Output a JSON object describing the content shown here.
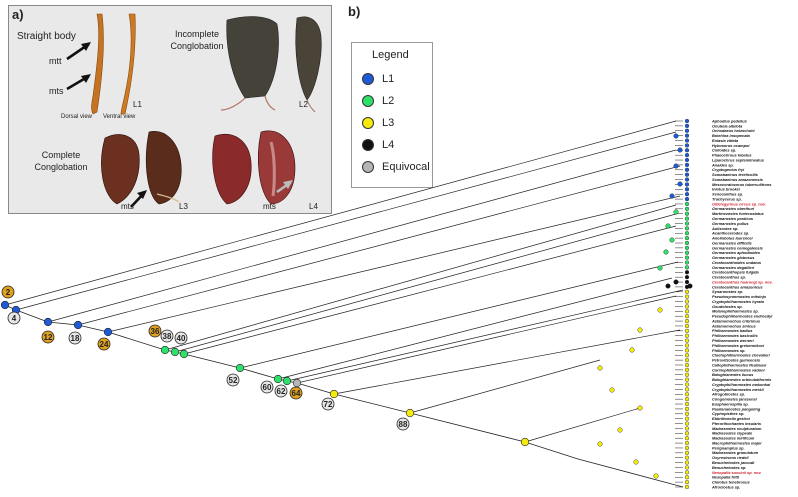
{
  "panel_a": {
    "letter": "a)",
    "labels": {
      "straight_body": "Straight body",
      "mtt": "mtt",
      "mts": "mts",
      "dorsal": "Dorsal view",
      "ventral": "Ventral view",
      "l1": "L1",
      "incomplete": "Incomplete Conglobation",
      "l2": "L2",
      "complete": "Complete Conglobation",
      "mts2": "mts",
      "l3": "L3",
      "mts3": "mts",
      "l4": "L4"
    }
  },
  "panel_b": {
    "letter": "b)"
  },
  "legend": {
    "title": "Legend",
    "items": [
      {
        "label": "L1",
        "color": "#1f5bd6"
      },
      {
        "label": "L2",
        "color": "#2ee06a"
      },
      {
        "label": "L3",
        "color": "#f3ea10"
      },
      {
        "label": "L4",
        "color": "#111111"
      },
      {
        "label": "Equivocal",
        "color": "#b5b5b5"
      }
    ]
  },
  "state_colors": {
    "L1": "#1f5bd6",
    "L2": "#2ee06a",
    "L3": "#f3ea10",
    "L4": "#111111",
    "Equivocal": "#b5b5b5"
  },
  "age_badges": [
    {
      "value": "2",
      "fill": "#e0a020"
    },
    {
      "value": "4",
      "fill": "#e6e6e6"
    },
    {
      "value": "12",
      "fill": "#e0a020"
    },
    {
      "value": "18",
      "fill": "#e6e6e6"
    },
    {
      "value": "24",
      "fill": "#e0a020"
    },
    {
      "value": "36",
      "fill": "#e0a020"
    },
    {
      "value": "38",
      "fill": "#e6e6e6"
    },
    {
      "value": "40",
      "fill": "#e6e6e6"
    },
    {
      "value": "52",
      "fill": "#e6e6e6"
    },
    {
      "value": "60",
      "fill": "#e6e6e6"
    },
    {
      "value": "62",
      "fill": "#e6e6e6"
    },
    {
      "value": "64",
      "fill": "#e0a020"
    },
    {
      "value": "72",
      "fill": "#e6e6e6"
    },
    {
      "value": "88",
      "fill": "#e6e6e6"
    }
  ],
  "taxa": [
    {
      "name": "Aphodius pedellus",
      "state": "L1"
    },
    {
      "name": "Onubeia albilota",
      "state": "L1"
    },
    {
      "name": "Ochodaeus holzschuhi",
      "state": "L1"
    },
    {
      "name": "Bolehina insopecata",
      "state": "L1"
    },
    {
      "name": "Eolasia vittata",
      "state": "L1"
    },
    {
      "name": "Hybosorus ocampoi",
      "state": "L1"
    },
    {
      "name": "Colloides sp.",
      "state": "L1"
    },
    {
      "name": "Phaeochrous lobatus",
      "state": "L1"
    },
    {
      "name": "Liparochrus septemlineatus",
      "state": "L1"
    },
    {
      "name": "Anaides sp.",
      "state": "L1"
    },
    {
      "name": "Cryptogenius fryi",
      "state": "L1"
    },
    {
      "name": "Scarabaeinus tereticollis",
      "state": "L1"
    },
    {
      "name": "Scarabaeinus amazonensis",
      "state": "L1"
    },
    {
      "name": "Mesocoratocerus tuberculifrons",
      "state": "L1"
    },
    {
      "name": "Iniotus brookei",
      "state": "L1"
    },
    {
      "name": "Xenocanthus sp.",
      "state": "L1"
    },
    {
      "name": "Trachycerus sp.",
      "state": "L1"
    },
    {
      "name": "Gilletegyrinus circus sp. nov.",
      "state": "L2",
      "new": true
    },
    {
      "name": "Germarostes oberthuri",
      "state": "L2"
    },
    {
      "name": "Martinezostes fortecostatus",
      "state": "L2"
    },
    {
      "name": "Germarostes posticus",
      "state": "L2"
    },
    {
      "name": "Germarostes pullus",
      "state": "L2"
    },
    {
      "name": "Aulisostes sp.",
      "state": "L2"
    },
    {
      "name": "Acanthocerodes sp.",
      "state": "L2"
    },
    {
      "name": "Anoliobolus laurencei",
      "state": "L2"
    },
    {
      "name": "Germarostes difficilis",
      "state": "L2"
    },
    {
      "name": "Germarostes nemegalensis",
      "state": "L2"
    },
    {
      "name": "Germarostes aphodioides",
      "state": "L2"
    },
    {
      "name": "Germarostes globosus",
      "state": "L2"
    },
    {
      "name": "Ceratocanthoides undatus",
      "state": "L2"
    },
    {
      "name": "Germarostes degallieri",
      "state": "L2"
    },
    {
      "name": "Ceratocanthopsis fulgida",
      "state": "L4"
    },
    {
      "name": "Ceratocanthus sp.",
      "state": "L4"
    },
    {
      "name": "Ceratocanthus huarongi sp. nov.",
      "state": "L4",
      "new": true
    },
    {
      "name": "Ceratocanthus amazonicus",
      "state": "L4"
    },
    {
      "name": "Synarmostes sp.",
      "state": "L3"
    },
    {
      "name": "Pseudosynarmostes mitsinjo",
      "state": "L3"
    },
    {
      "name": "Cryptophilharmostes hyrata",
      "state": "L3"
    },
    {
      "name": "Goudotostes sp.",
      "state": "L3"
    },
    {
      "name": "Melanophilharmostes sp.",
      "state": "L3"
    },
    {
      "name": "Pseudophilharmostes endroedyi",
      "state": "L3"
    },
    {
      "name": "Astamomochus cribrimus",
      "state": "L3"
    },
    {
      "name": "Astamomochus sinicus",
      "state": "L3"
    },
    {
      "name": "Philharmostes badius",
      "state": "L3"
    },
    {
      "name": "Philharmostes basicollis",
      "state": "L3"
    },
    {
      "name": "Philharmostes werneri",
      "state": "L3"
    },
    {
      "name": "Philharmostes grebennikovi",
      "state": "L3"
    },
    {
      "name": "Philharmostes sp.",
      "state": "L3"
    },
    {
      "name": "Cloetophilharmostes chevalieri",
      "state": "L3"
    },
    {
      "name": "Petrovitzostes guineensis",
      "state": "L3"
    },
    {
      "name": "Callophilharmostes fleutiauxi",
      "state": "L3"
    },
    {
      "name": "Carinophilharmostes vadoni",
      "state": "L3"
    },
    {
      "name": "Baloghianestes liuous",
      "state": "L3"
    },
    {
      "name": "Baloghianestes orbiculatiformis",
      "state": "L3"
    },
    {
      "name": "Cryptophilharmostes makonkai",
      "state": "L3"
    },
    {
      "name": "Cryptophilharmostes merkli",
      "state": "L3"
    },
    {
      "name": "Afrogobiostes sp.",
      "state": "L3"
    },
    {
      "name": "Congomostes janssensi",
      "state": "L3"
    },
    {
      "name": "Eusphaerospilia sp.",
      "state": "L3"
    },
    {
      "name": "Pauliananostes pangoling",
      "state": "L3"
    },
    {
      "name": "Cyphopisthes sp.",
      "state": "L3"
    },
    {
      "name": "Ebbrittonella gestroi",
      "state": "L3"
    },
    {
      "name": "Pterorthochaetes insularis",
      "state": "L3"
    },
    {
      "name": "Madrasostes sculpturatum",
      "state": "L3"
    },
    {
      "name": "Madrasostes clypeale",
      "state": "L3"
    },
    {
      "name": "Madrasostes mirificum",
      "state": "L3"
    },
    {
      "name": "Macrophilharmostes major",
      "state": "L3"
    },
    {
      "name": "Perignamptus sp.",
      "state": "L3"
    },
    {
      "name": "Madrasostes granulatum",
      "state": "L3"
    },
    {
      "name": "Oxyrestrums riedeli",
      "state": "L3"
    },
    {
      "name": "Besuchetostes jacoudi",
      "state": "L3"
    },
    {
      "name": "Besuchetostes sp.",
      "state": "L3"
    },
    {
      "name": "Nesopalla succinii sp. nov.",
      "state": "L3",
      "new": true
    },
    {
      "name": "Nesopalla fritti",
      "state": "L3"
    },
    {
      "name": "Cloiotus tenebrosus",
      "state": "L3"
    },
    {
      "name": "Afrocloetus sp.",
      "state": "L3"
    }
  ]
}
